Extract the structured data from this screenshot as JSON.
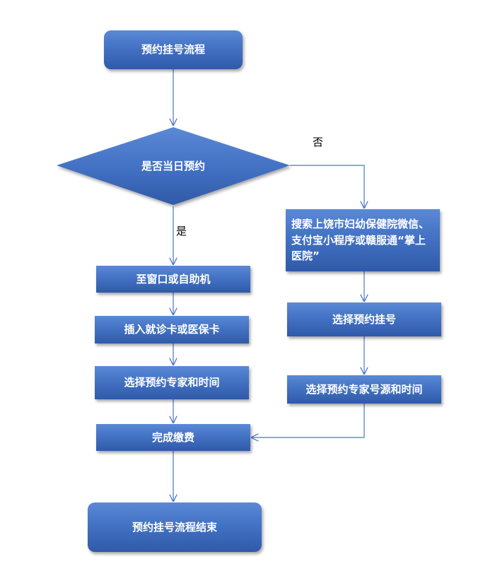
{
  "nodes": {
    "start": "预约挂号流程",
    "decision": "是否当日预约",
    "window": "至窗口或自助机",
    "insert_card": "插入就诊卡或医保卡",
    "choose_expert_left": "选择预约专家和时间",
    "pay": "完成缴费",
    "end": "预约挂号流程结束",
    "search": "搜索上饶市妇幼保健院微信、支付宝小程序或赣服通“掌上医院”",
    "choose_registration": "选择预约挂号",
    "choose_expert_right": "选择预约专家号源和时间"
  },
  "edge_labels": {
    "yes": "是",
    "no": "否"
  },
  "colors": {
    "node_fill": "#4472c4",
    "connector": "#4a76c8",
    "text": "#ffffff"
  }
}
